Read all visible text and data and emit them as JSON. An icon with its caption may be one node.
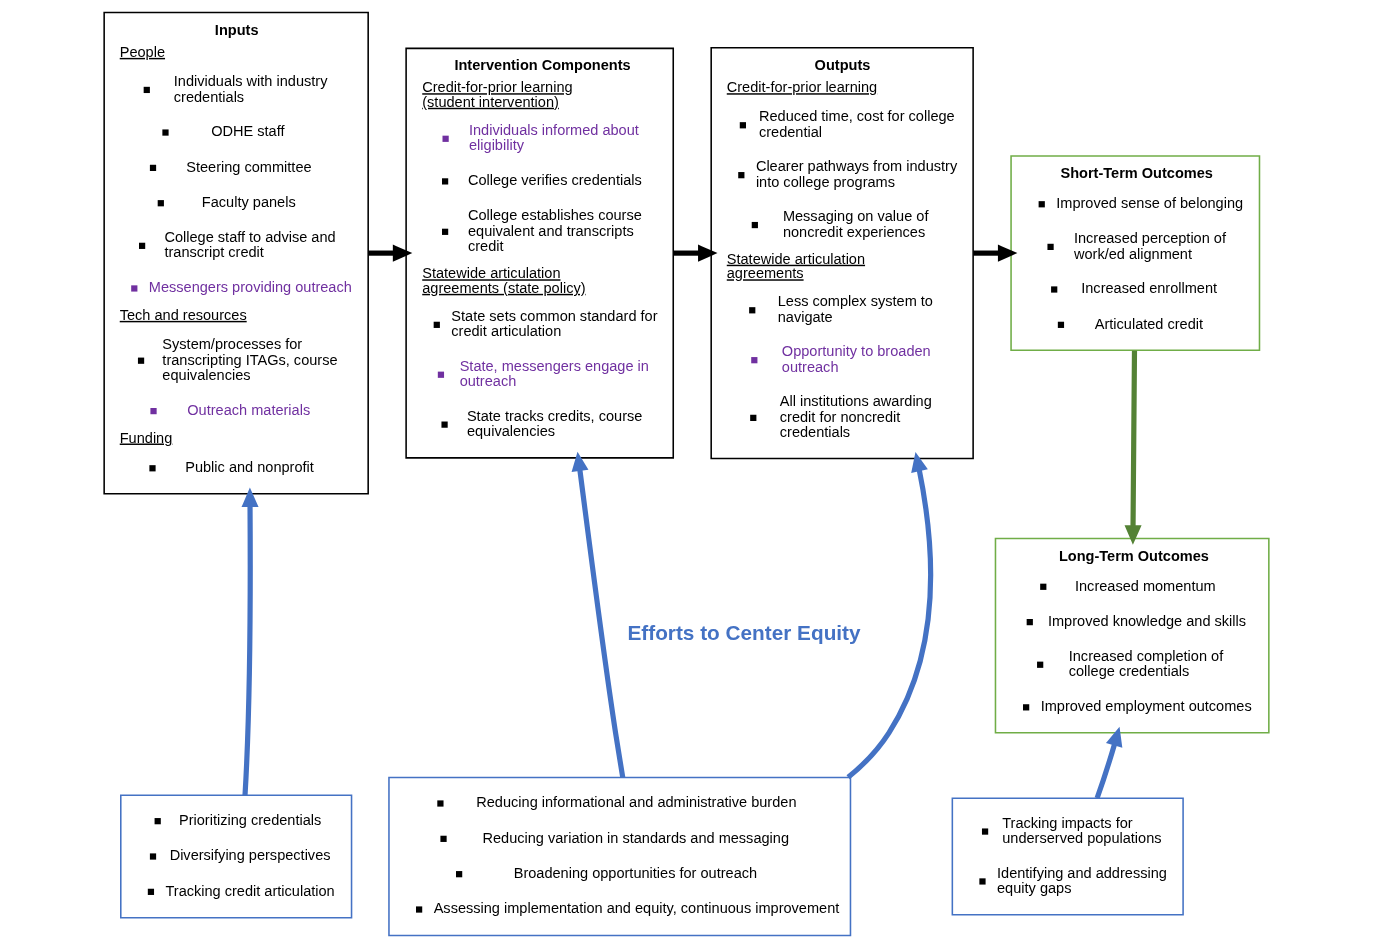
{
  "diagram": {
    "nodes": [
      {
        "text": [
          "Inputs",
          "People",
          "Individuals with industry credentials",
          "ODHE staff",
          "Steering committee",
          "Faculty panels",
          "College staff to advise and transcript credit",
          "Messengers providing outreach",
          "Tech and resources",
          "System/processes for transcripting ITAGs, course equivalencies",
          "Outreach materials",
          "Funding",
          "Public and nonprofit"
        ]
      },
      {
        "text": [
          "Intervention Components",
          "Credit-for-prior learning (student intervention)",
          "Individuals informed about eligibility",
          "College verifies credentials",
          "College establishes course equivalent and transcripts credit",
          "Statewide articulation agreements (state policy)",
          "State sets common standard for credit articulation",
          "State, messengers engage in outreach",
          "State tracks credits, course equivalencies"
        ]
      },
      {
        "text": [
          "Outputs",
          "Credit-for-prior learning",
          "Reduced time, cost for college credential",
          "Clearer pathways from industry into college programs",
          "Messaging on value of noncredit experiences",
          "Statewide articulation agreements",
          "Less complex system to navigate",
          "Opportunity to broaden outreach",
          "All institutions awarding credit for noncredit credentials"
        ]
      },
      {
        "text": [
          "Short-Term Outcomes",
          "Improved sense of belonging",
          "Increased perception of work/ed alignment",
          "Increased enrollment",
          "Articulated credit"
        ]
      },
      {
        "text": [
          "Long-Term Outcomes",
          "Increased momentum",
          "Improved knowledge and skills",
          "Increased completion of college credentials",
          "Improved employment outcomes"
        ]
      },
      {
        "text": [
          "Prioritizing credentials",
          "Diversifying perspectives",
          "Tracking credit articulation"
        ]
      },
      {
        "text": [
          "Reducing informational and administrative burden",
          "Reducing variation in standards and messaging",
          "Broadening opportunities for outreach",
          "Assessing implementation and equity, continuous improvement"
        ]
      },
      {
        "text": [
          "Tracking impacts for underserved populations",
          "Identifying and addressing equity gaps"
        ]
      }
    ],
    "edges": [
      {
        "from": 0,
        "to": 1,
        "arrow": "to",
        "color": "#000000"
      },
      {
        "from": 1,
        "to": 2,
        "arrow": "to",
        "color": "#000000"
      },
      {
        "from": 2,
        "to": 3,
        "arrow": "to",
        "color": "#000000"
      },
      {
        "from": 3,
        "to": 4,
        "arrow": "to",
        "color": "#548235"
      },
      {
        "from": 5,
        "to": 0,
        "arrow": "to",
        "color": "#4472c4"
      },
      {
        "from": 6,
        "to": 1,
        "arrow": "to",
        "color": "#4472c4"
      },
      {
        "from": 6,
        "to": 2,
        "arrow": "to",
        "color": "#4472c4"
      },
      {
        "from": 7,
        "to": 4,
        "arrow": "to",
        "color": "#4472c4"
      }
    ],
    "labels": [
      "Efforts to Center Equity"
    ]
  }
}
